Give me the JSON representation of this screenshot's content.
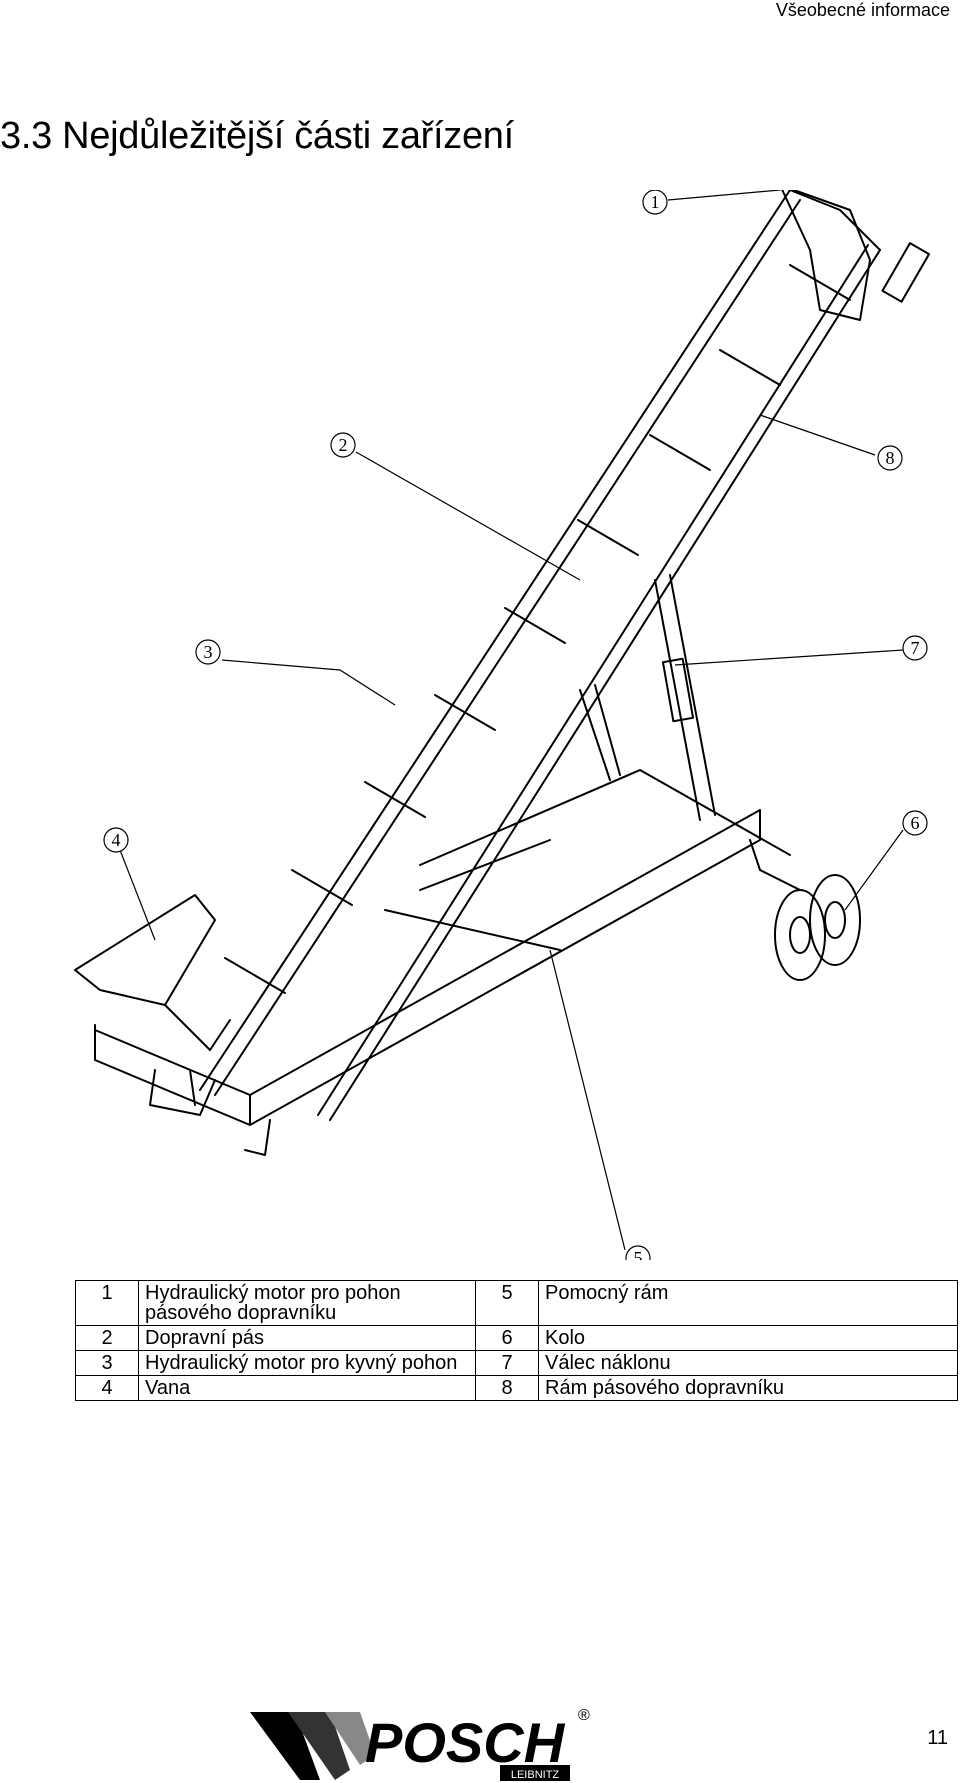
{
  "header": {
    "section": "Všeobecné informace"
  },
  "title": "3.3 Nejdůležitější části zařízení",
  "callouts": [
    "1",
    "2",
    "3",
    "4",
    "5",
    "6",
    "7",
    "8"
  ],
  "parts": [
    {
      "n1": "1",
      "d1": "Hydraulický motor pro pohon pásového dopravníku",
      "n2": "5",
      "d2": "Pomocný rám"
    },
    {
      "n1": "2",
      "d1": "Dopravní pás",
      "n2": "6",
      "d2": "Kolo"
    },
    {
      "n1": "3",
      "d1": "Hydraulický motor pro kyvný pohon",
      "n2": "7",
      "d2": "Válec náklonu"
    },
    {
      "n1": "4",
      "d1": "Vana",
      "n2": "8",
      "d2": "Rám pásového dopravníku"
    }
  ],
  "footer": {
    "brand": "POSCH",
    "sub": "LEIBNITZ",
    "registered": "®",
    "page": "11"
  }
}
